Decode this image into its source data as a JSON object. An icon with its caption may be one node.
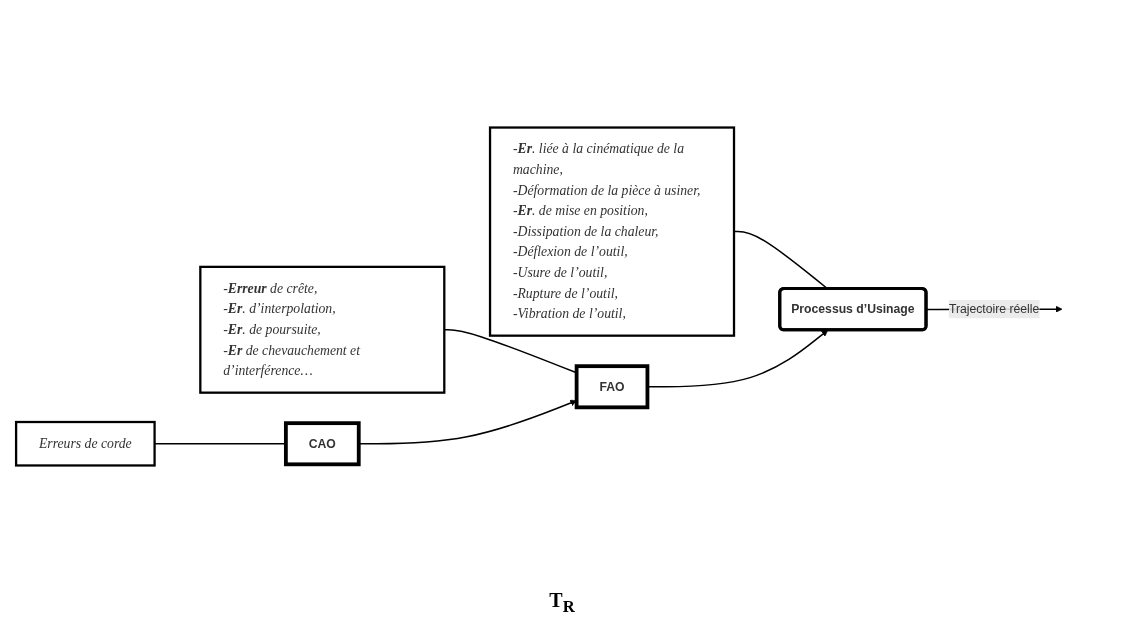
{
  "diagram": {
    "nodes": [
      {
        "text": [
          "Erreurs de corde"
        ]
      },
      {
        "text": [
          "-**Erreur** de crête,",
          "-**Er**. d’interpolation,",
          "-**Er**. de poursuite,",
          "-**Er** de chevauchement et d’interférence…"
        ]
      },
      {
        "text": [
          "-**Er**. liée à la cinématique de la machine,",
          "-Déformation de la pièce à usiner,",
          "-**Er**. de mise en position,",
          "-Dissipation de la chaleur,",
          "-Déflexion de l’outil,",
          "-Usure de l’outil,",
          "-Rupture de l’outil,",
          "-Vibration de l’outil,"
        ]
      },
      {
        "text": [
          "CAO"
        ]
      },
      {
        "text": [
          "FAO"
        ]
      },
      {
        "text": [
          "Processus d’Usinage"
        ]
      }
    ],
    "edges": [
      {
        "from": 0,
        "to": 3,
        "arrow": "none"
      },
      {
        "from": 1,
        "to": 4,
        "arrow": "none"
      },
      {
        "from": 2,
        "to": 5,
        "arrow": "none"
      },
      {
        "from": 3,
        "to": 4,
        "arrow": "to"
      },
      {
        "from": 4,
        "to": 5,
        "arrow": "to"
      },
      {
        "from": 5,
        "to": null,
        "arrow": "to",
        "label": "Trajectoire réelle"
      }
    ],
    "labels": [
      "T$_{R}$"
    ]
  }
}
